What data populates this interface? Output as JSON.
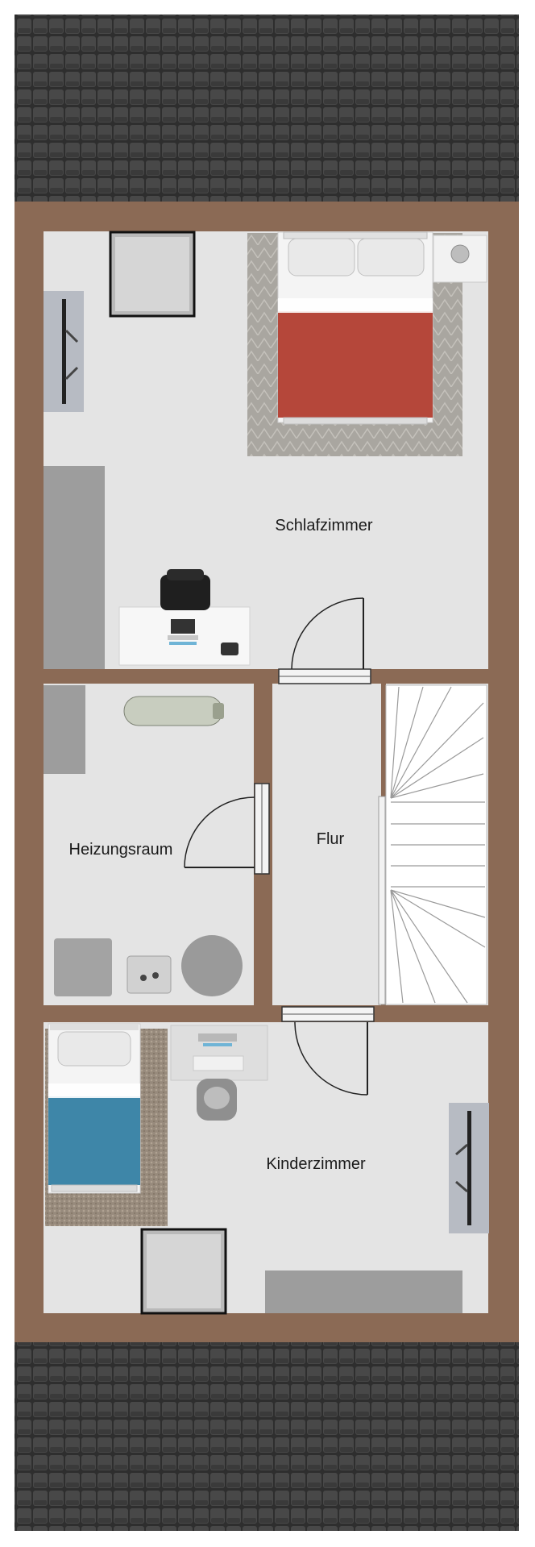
{
  "rooms": {
    "bedroom": "Schlafzimmer",
    "utility": "Heizungsraum",
    "hall": "Flur",
    "kids": "Kinderzimmer"
  },
  "colors": {
    "roof": "#3a3a3a",
    "wall": "#8b6a55",
    "floor": "#e4e4e4",
    "bedspread_main": "#b5473a",
    "bedspread_kids": "#3e86a8",
    "rug": "#a5a39e",
    "furniture": "#9d9d9d"
  }
}
